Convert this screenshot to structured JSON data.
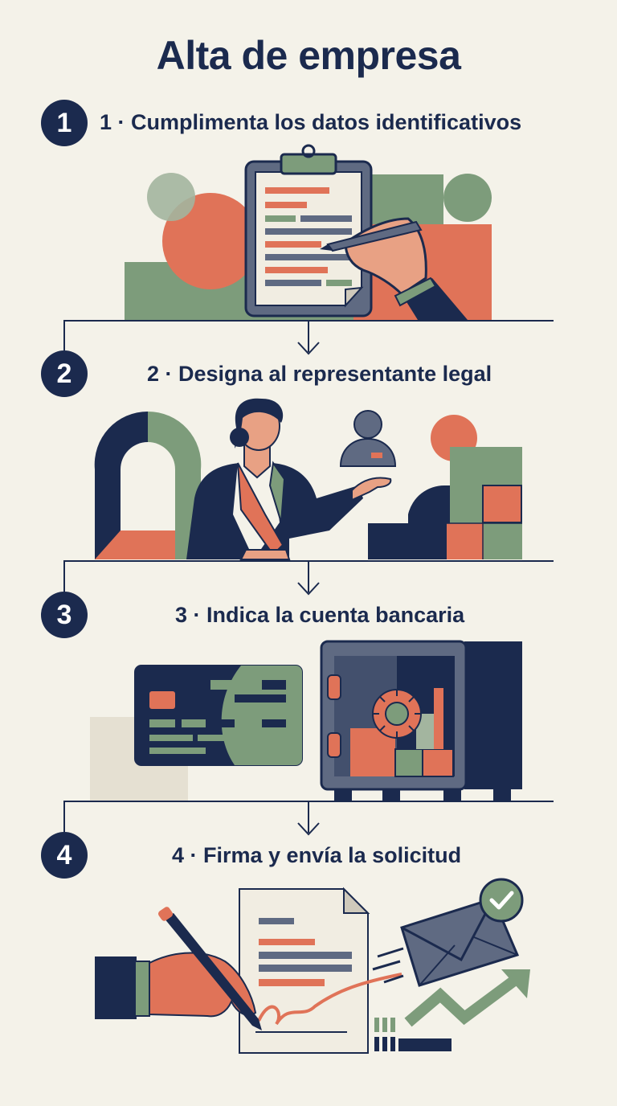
{
  "title": "Alta de empresa",
  "steps": [
    {
      "number": "1",
      "label": "1 · Cumplimenta los datos identificativos"
    },
    {
      "number": "2",
      "label": "2 · Designa al representante legal"
    },
    {
      "number": "3",
      "label": "3 · Indica la cuenta bancaria"
    },
    {
      "number": "4",
      "label": "4 · Firma y envía la solicitud"
    }
  ],
  "colors": {
    "navy": "#1b2a4e",
    "coral": "#e07358",
    "sage": "#7d9c7b",
    "slate": "#5f6a82",
    "cream": "#f4f2e9"
  }
}
